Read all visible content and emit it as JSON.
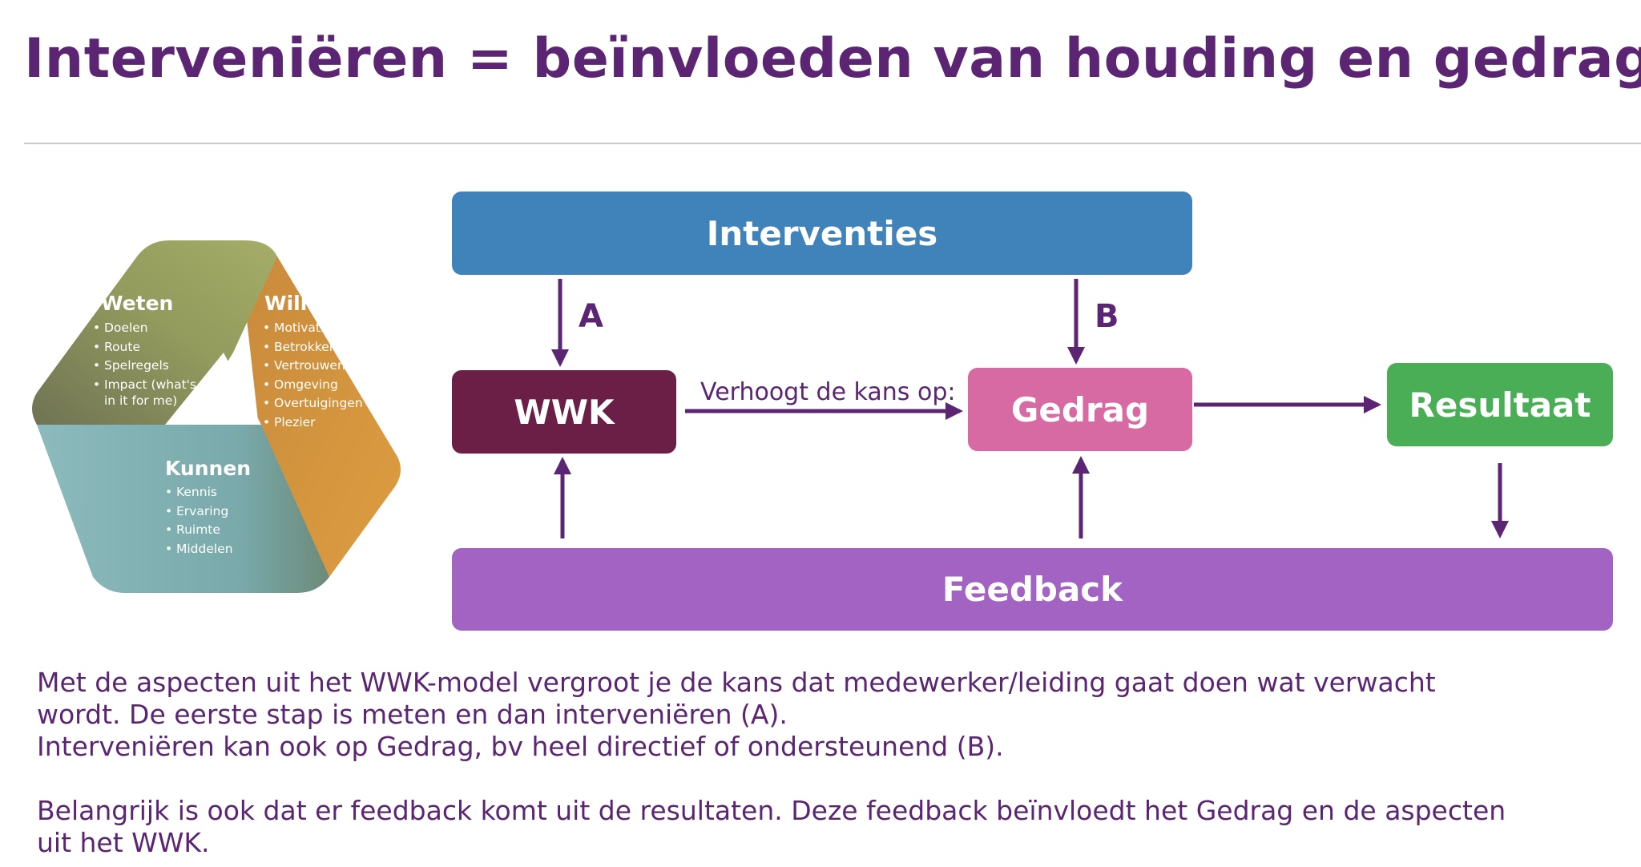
{
  "title": "Interveniëren = beïnvloeden van houding en gedrag",
  "model": {
    "weten": {
      "title": "Weten",
      "items": [
        "Doelen",
        "Route",
        "Spelregels",
        "Impact (what's",
        "in it for me)"
      ]
    },
    "willen": {
      "title": "Willen",
      "items": [
        "Motivatie",
        "Betrokkenheid",
        "Vertrouwen",
        "Omgeving",
        "Overtuigingen",
        "Plezier"
      ]
    },
    "kunnen": {
      "title": "Kunnen",
      "items": [
        "Kennis",
        "Ervaring",
        "Ruimte",
        "Middelen"
      ]
    },
    "colors": {
      "weten": "#9a9f5c",
      "willen": "#d3953f",
      "kunnen": "#7fb1b3"
    }
  },
  "diagram": {
    "interventies": "Interventies",
    "wwk": "WWK",
    "gedrag": "Gedrag",
    "resultaat": "Resultaat",
    "feedback": "Feedback",
    "label_a": "A",
    "label_b": "B",
    "flow_label": "Verhoogt de kans op:",
    "colors": {
      "interventies": "#4083ba",
      "wwk": "#6b1f47",
      "gedrag": "#d76aa3",
      "resultaat": "#4aae56",
      "feedback": "#a263c3",
      "arrow": "#5b2573"
    }
  },
  "text": {
    "para1_line1": "Met de aspecten uit het WWK-model vergroot je de kans dat medewerker/leiding gaat doen wat verwacht",
    "para1_line2": "wordt. De eerste stap is meten en dan interveniëren (A).",
    "para1_line3": "Interveniëren kan ook op Gedrag, bv heel directief of ondersteunend (B).",
    "para2_line1": "Belangrijk is ook dat er feedback komt uit de resultaten. Deze feedback beïnvloedt het Gedrag en de aspecten",
    "para2_line2": "uit het WWK."
  }
}
